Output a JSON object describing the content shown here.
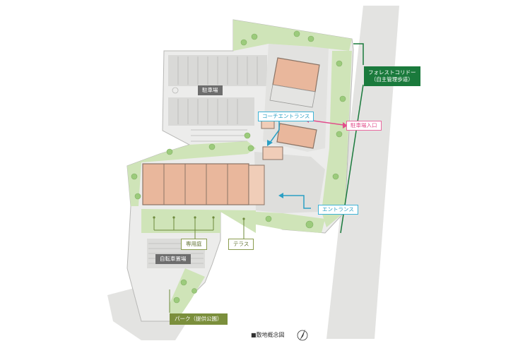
{
  "map": {
    "title": "■敷地概念図",
    "labels": {
      "forest_corridor_line1": "フォレストコリドー",
      "forest_corridor_line2": "（自主管理歩道）",
      "parking": "駐車場",
      "parking_entrance": "駐車場入口",
      "coach_entrance": "コーチエントランス",
      "entrance": "エントランス",
      "private_garden": "専用庭",
      "terrace": "テラス",
      "bicycle_parking": "自転車置場",
      "park": "パーク（提供公園）"
    },
    "colors": {
      "building": "#e9b79c",
      "paving": "#d6d6d4",
      "ground": "#ececeb",
      "greenery": "#cfe4b8",
      "forest_corridor": "#1a7a3c",
      "coach_entrance": "#2a9fc4",
      "parking_entrance": "#e24e8c",
      "park": "#7b8f3c",
      "label_gray": "#6d6d6d"
    },
    "icons": {
      "compass": "north-arrow-icon"
    }
  }
}
